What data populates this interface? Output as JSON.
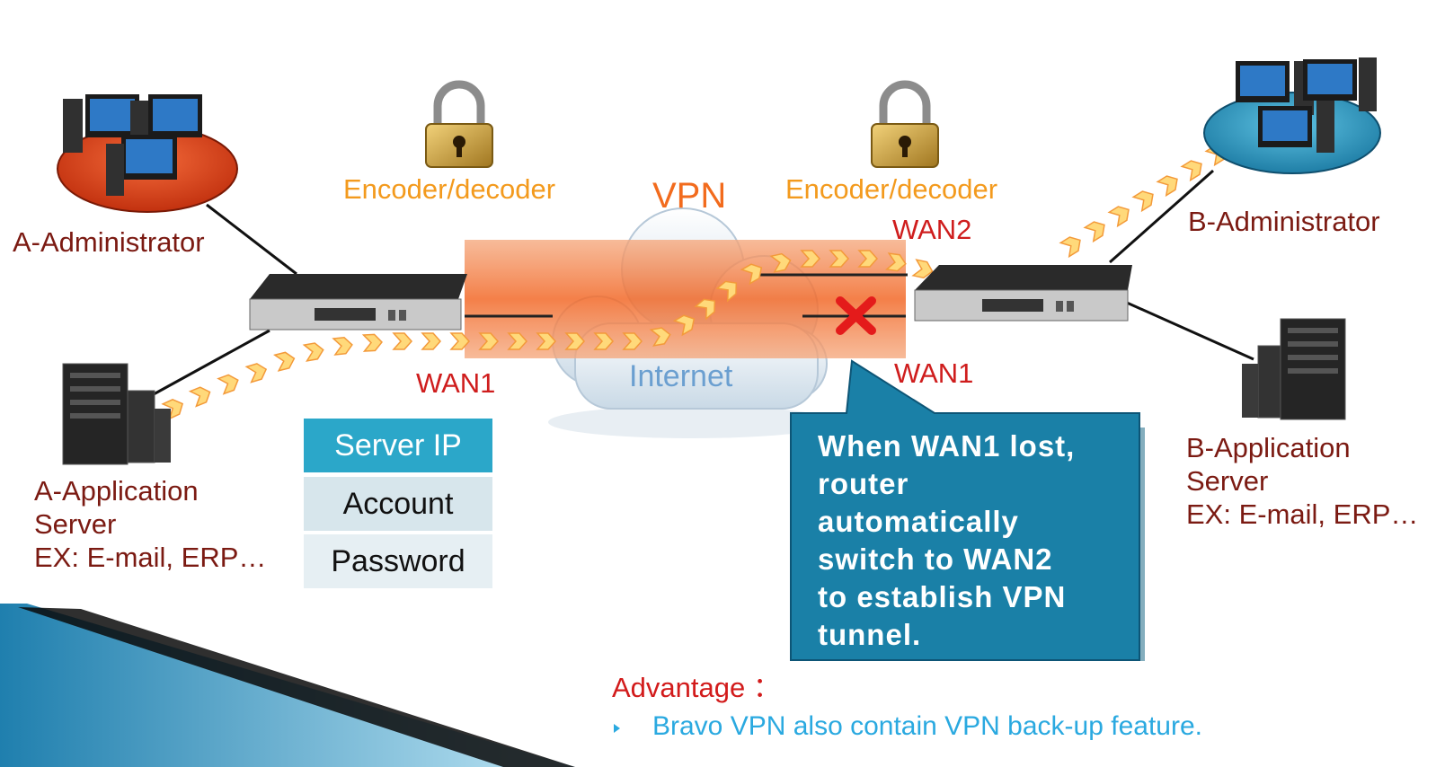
{
  "labels": {
    "a_admin": "A-Administrator",
    "b_admin": "B-Administrator",
    "a_server_1": "A-Application",
    "a_server_2": "Server",
    "a_server_3": "EX: E-mail, ERP…",
    "b_server_1": "B-Application",
    "b_server_2": "Server",
    "b_server_3": "EX: E-mail, ERP…",
    "encoder_left": "Encoder/decoder",
    "encoder_right": "Encoder/decoder",
    "vpn": "VPN",
    "internet": "Internet",
    "wan1_left": "WAN1",
    "wan2_right": "WAN2",
    "wan1_right": "WAN1"
  },
  "credentials": [
    {
      "key": "server_ip",
      "label": "Server IP"
    },
    {
      "key": "account",
      "label": "Account"
    },
    {
      "key": "password",
      "label": "Password"
    }
  ],
  "callout": {
    "lines": [
      "When WAN1 lost,",
      "router",
      "automatically",
      "switch to WAN2",
      "to establish VPN",
      "tunnel."
    ]
  },
  "advantage": {
    "title": "Advantage ：",
    "bullet": "Bravo VPN also contain VPN back-up feature."
  },
  "colors": {
    "tunnel": "#f6864a",
    "callout": "#1a7fa6",
    "a_platform": "#e3431c",
    "b_platform": "#2d9fc6",
    "box_header": "#2ba7c9",
    "box_row": "#d7e6ec"
  }
}
